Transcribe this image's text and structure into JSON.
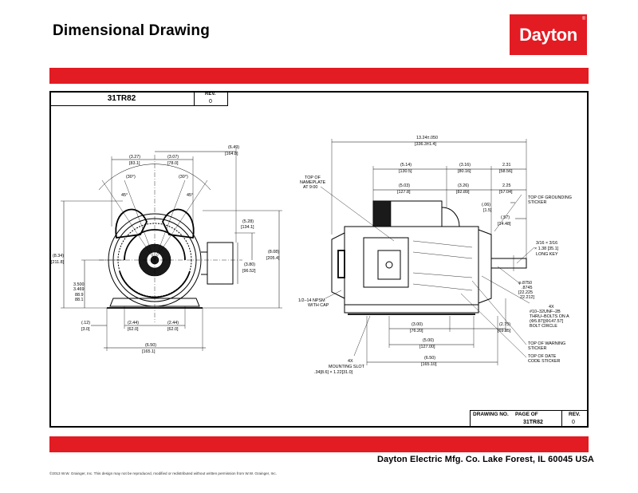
{
  "header": {
    "title": "Dimensional Drawing",
    "logo_text": "Dayton",
    "logo_mark": "®"
  },
  "colors": {
    "brand_red": "#e31b23",
    "frame": "#000000"
  },
  "title_block_top": {
    "part_number": "31TR82",
    "rev_label": "REV.",
    "rev_value": "0"
  },
  "title_block_bottom": {
    "drawing_no_label": "DRAWING NO.",
    "page_of_label": "PAGE  OF",
    "drawing_no_value": "31TR82",
    "rev_label": "REV.",
    "rev_value": "0"
  },
  "footer": {
    "company": "Dayton Electric Mfg. Co.  Lake Forest, IL  60045  USA",
    "copyright": "©2013 W.W. Grainger, Inc.   This design may not be reproduced, modified or redistributed without written permission from W.W. Grainger, Inc."
  },
  "drawing": {
    "end_view": {
      "d_327": "(3.27)",
      "d_831": "[83.1]",
      "d_307": "(3.07)",
      "d_780": "[78.0]",
      "d_649": "(6.49)",
      "d_1648": "[164.8]",
      "a30l": "(30°)",
      "a30r": "(30°)",
      "a45l": "45°",
      "a45r": "45°",
      "d_528": "(5.28)",
      "d_1341": "[134.1]",
      "d_834": "(8.34)",
      "d_2118": "[211.8]",
      "d_808": "(8.08)",
      "d_2054": "[205.4]",
      "d_380": "(3.80)",
      "d_965": "[96.52]",
      "d_3500": "3.500",
      "d_3469": "3.469",
      "d_889": "88.9",
      "d_881": "88.1",
      "d_12": "(.12)",
      "d_30": "[3.0]",
      "d_244l": "(2.44)",
      "d_620l": "[62.0]",
      "d_244r": "(2.44)",
      "d_620r": "[62.0]",
      "d_650": "(6.50)",
      "d_1651": "[165.1]"
    },
    "side_view": {
      "d_1324": "13.24±.050",
      "d_3363": "[336.3±1.4]",
      "d_514": "(5.14)",
      "d_1305": "[130.5]",
      "d_316": "(3.16)",
      "d_8016": "[80.16]",
      "d_231": "2.31",
      "d_5856": "[58.56]",
      "d_503": "(5.03)",
      "d_1278": "[127.8]",
      "d_326": "(3.26)",
      "d_8289": "[82.89]",
      "d_225": "2.25",
      "d_5704": "[57.04]",
      "d_06": "(.06)",
      "d_15": "[1.5]",
      "d_57": "(.57)",
      "d_1448": "[14.48]",
      "top_nameplate_1": "TOP OF",
      "top_nameplate_2": "NAMEPLATE",
      "top_nameplate_3": "AT 9:00",
      "grounding_1": "TOP OF GROUNDING",
      "grounding_2": "STICKER",
      "key_1": "3/16 × 3/16",
      "key_2": "× 1.38 [35.1]",
      "key_3": "LONG KEY",
      "shaft_1": "φ.8750",
      "shaft_2": ".8745",
      "shaft_3": "[22.225",
      "shaft_4": "22.212]",
      "bolt_1": "4X",
      "bolt_2": "#10–32UNF–2B",
      "bolt_3": "THRU–BOLTS ON A",
      "bolt_4": "(Φ5.87)[Φ147.57]",
      "bolt_5": "BOLT CIRCLE",
      "npsm_1": "1/2–14 NPSM",
      "npsm_2": "WITH CAP",
      "slot_1": "4X",
      "slot_2": "MOUNTING SLOT",
      "slot_3": ".34[8.6] × 1.22[31.0]",
      "d_300": "(3.00)",
      "d_7620": "[76.20]",
      "d_275": "(2.75)",
      "d_6985": "[69.85]",
      "d_500": "(5.00)",
      "d_12700": "[127.00]",
      "d_650s": "(6.50)",
      "d_16510": "[165.10]",
      "warning_1": "TOP OF WARNING",
      "warning_2": "STICKER",
      "datecode_1": "TOP OF DATE",
      "datecode_2": "CODE STICKER"
    }
  }
}
